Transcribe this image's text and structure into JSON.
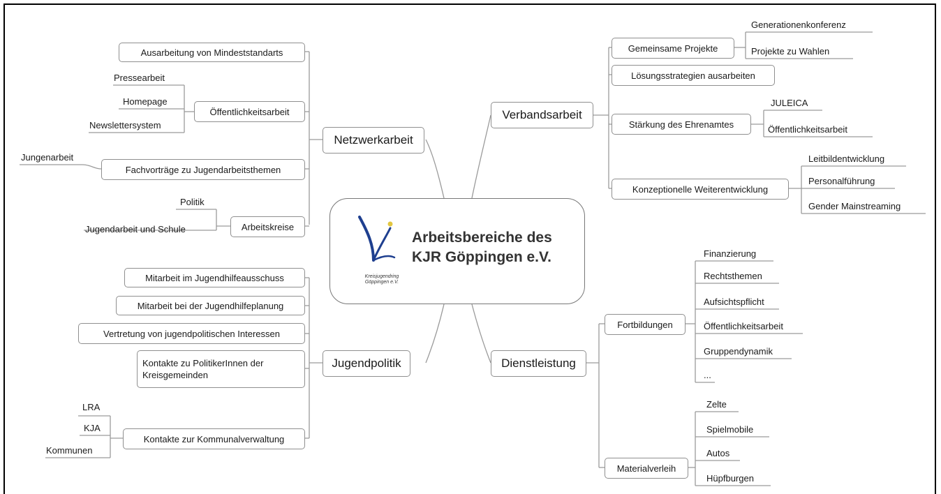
{
  "center": {
    "title_line1": "Arbeitsbereiche des",
    "title_line2": "KJR Göppingen e.V.",
    "logo_line1": "Kreisjugendring",
    "logo_line2": "Göppingen e.V."
  },
  "netzwerkarbeit": {
    "label": "Netzwerkarbeit",
    "mindeststandards": "Ausarbeitung von Mindeststandarts",
    "oeffentlichkeit": "Öffentlichkeitsarbeit",
    "presse": "Pressearbeit",
    "homepage": "Homepage",
    "newsletter": "Newslettersystem",
    "fachvortraege": "Fachvorträge zu Jugendarbeitsthemen",
    "jungenarbeit": "Jungenarbeit",
    "arbeitskreise": "Arbeitskreise",
    "politik": "Politik",
    "jugendarbeit_schule": "Jugendarbeit und Schule"
  },
  "jugendpolitik": {
    "label": "Jugendpolitik",
    "jhausschuss": "Mitarbeit im Jugendhilfeausschuss",
    "jhplanung": "Mitarbeit bei der Jugendhilfeplanung",
    "vertretung": "Vertretung von jugendpolitischen Interessen",
    "kontakte_politiker_1": "Kontakte zu PolitikerInnen der",
    "kontakte_politiker_2": "Kreisgemeinden",
    "kontakte_kommunal": "Kontakte zur Kommunalverwaltung",
    "lra": "LRA",
    "kja": "KJA",
    "kommunen": "Kommunen"
  },
  "verbandsarbeit": {
    "label": "Verbandsarbeit",
    "gemeinsame_projekte": "Gemeinsame Projekte",
    "generationenkonferenz": "Generationenkonferenz",
    "projekte_wahlen": "Projekte zu Wahlen",
    "loesungsstrategien": "Lösungsstrategien ausarbeiten",
    "ehrenamt": "Stärkung des Ehrenamtes",
    "juleica": "JULEICA",
    "oeffentlichkeit": "Öffentlichkeitsarbeit",
    "konzeptionelle": "Konzeptionelle Weiterentwicklung",
    "leitbild": "Leitbildentwicklung",
    "personal": "Personalführung",
    "gender": "Gender Mainstreaming"
  },
  "dienstleistung": {
    "label": "Dienstleistung",
    "fortbildungen": "Fortbildungen",
    "finanzierung": "Finanzierung",
    "rechtsthemen": "Rechtsthemen",
    "aufsichtspflicht": "Aufsichtspflicht",
    "oeffentlichkeit": "Öffentlichkeitsarbeit",
    "gruppendynamik": "Gruppendynamik",
    "dots": "...",
    "materialverleih": "Materialverleih",
    "zelte": "Zelte",
    "spielmobile": "Spielmobile",
    "autos": "Autos",
    "huepfburgen": "Hüpfburgen"
  }
}
